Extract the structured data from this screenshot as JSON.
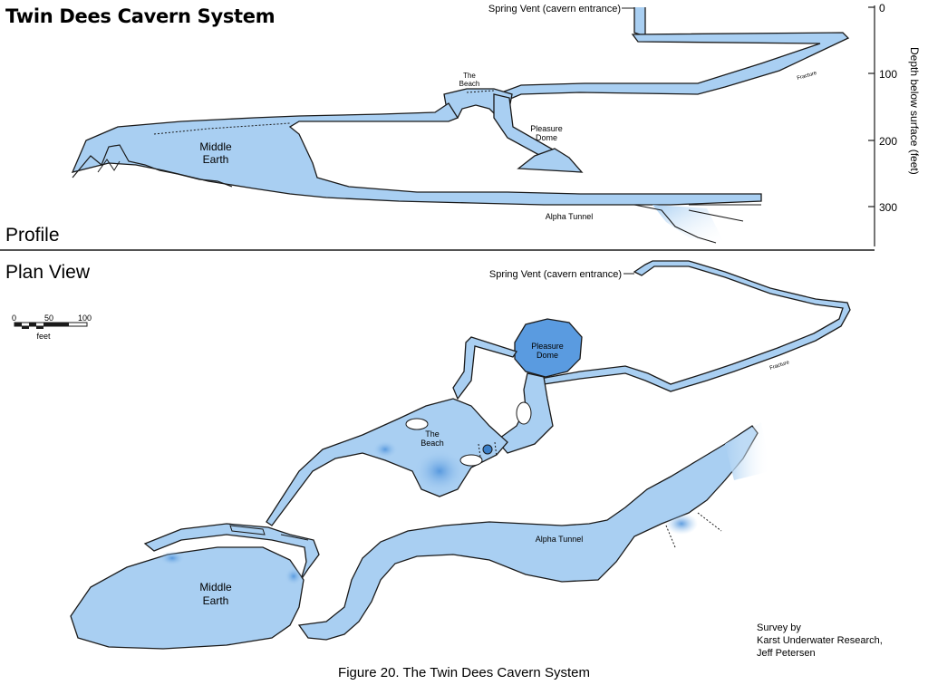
{
  "title": "Twin Dees Cavern System",
  "profile": {
    "section_label": "Profile",
    "labels": {
      "spring_vent": "Spring Vent (cavern entrance)",
      "beach_1": "The",
      "beach_2": "Beach",
      "pleasure_1": "Pleasure",
      "pleasure_2": "Dome",
      "middle_1": "Middle",
      "middle_2": "Earth",
      "alpha": "Alpha Tunnel",
      "fracture": "Fracture"
    },
    "depth_axis": {
      "label": "Depth below surface (feet)",
      "ticks": [
        "0",
        "100",
        "200",
        "300"
      ]
    }
  },
  "plan": {
    "section_label": "Plan View",
    "labels": {
      "spring_vent": "Spring Vent (cavern entrance)",
      "pleasure_1": "Pleasure",
      "pleasure_2": "Dome",
      "beach_1": "The",
      "beach_2": "Beach",
      "middle_1": "Middle",
      "middle_2": "Earth",
      "alpha": "Alpha Tunnel",
      "fracture": "Fracture"
    },
    "scale_bar": {
      "ticks": [
        "0",
        "50",
        "100"
      ],
      "unit": "feet"
    }
  },
  "credit": {
    "line1": "Survey by",
    "line2": "Karst Underwater Research,",
    "line3": "Jeff Petersen"
  },
  "caption": "Figure 20. The Twin Dees Cavern System",
  "colors": {
    "passage_fill": "#a9cff2",
    "passage_deep": "#5a9be0",
    "outline": "#1a1a1a"
  }
}
